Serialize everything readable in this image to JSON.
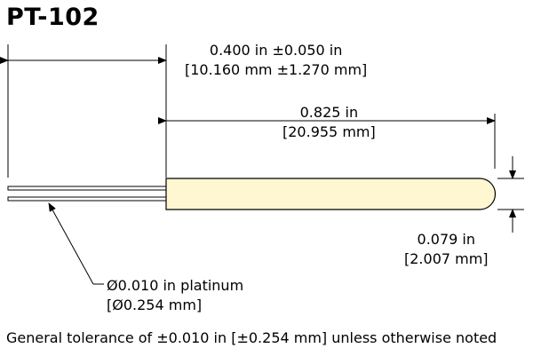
{
  "title": "PT-102",
  "dimensions": {
    "lead_length": {
      "imperial": "0.400 in ±0.050 in",
      "metric": "[10.160 mm ±1.270 mm]"
    },
    "body_length": {
      "imperial": "0.825 in",
      "metric": "[20.955 mm]"
    },
    "body_diameter": {
      "imperial": "0.079 in",
      "metric": "[2.007 mm]"
    },
    "lead_wire": {
      "imperial": "Ø0.010 in platinum",
      "metric": "[Ø0.254 mm]"
    }
  },
  "footnote": "General tolerance of ±0.010 in [±0.254 mm] unless otherwise noted",
  "colors": {
    "body_fill": "#fff6d2",
    "line": "#000000"
  }
}
